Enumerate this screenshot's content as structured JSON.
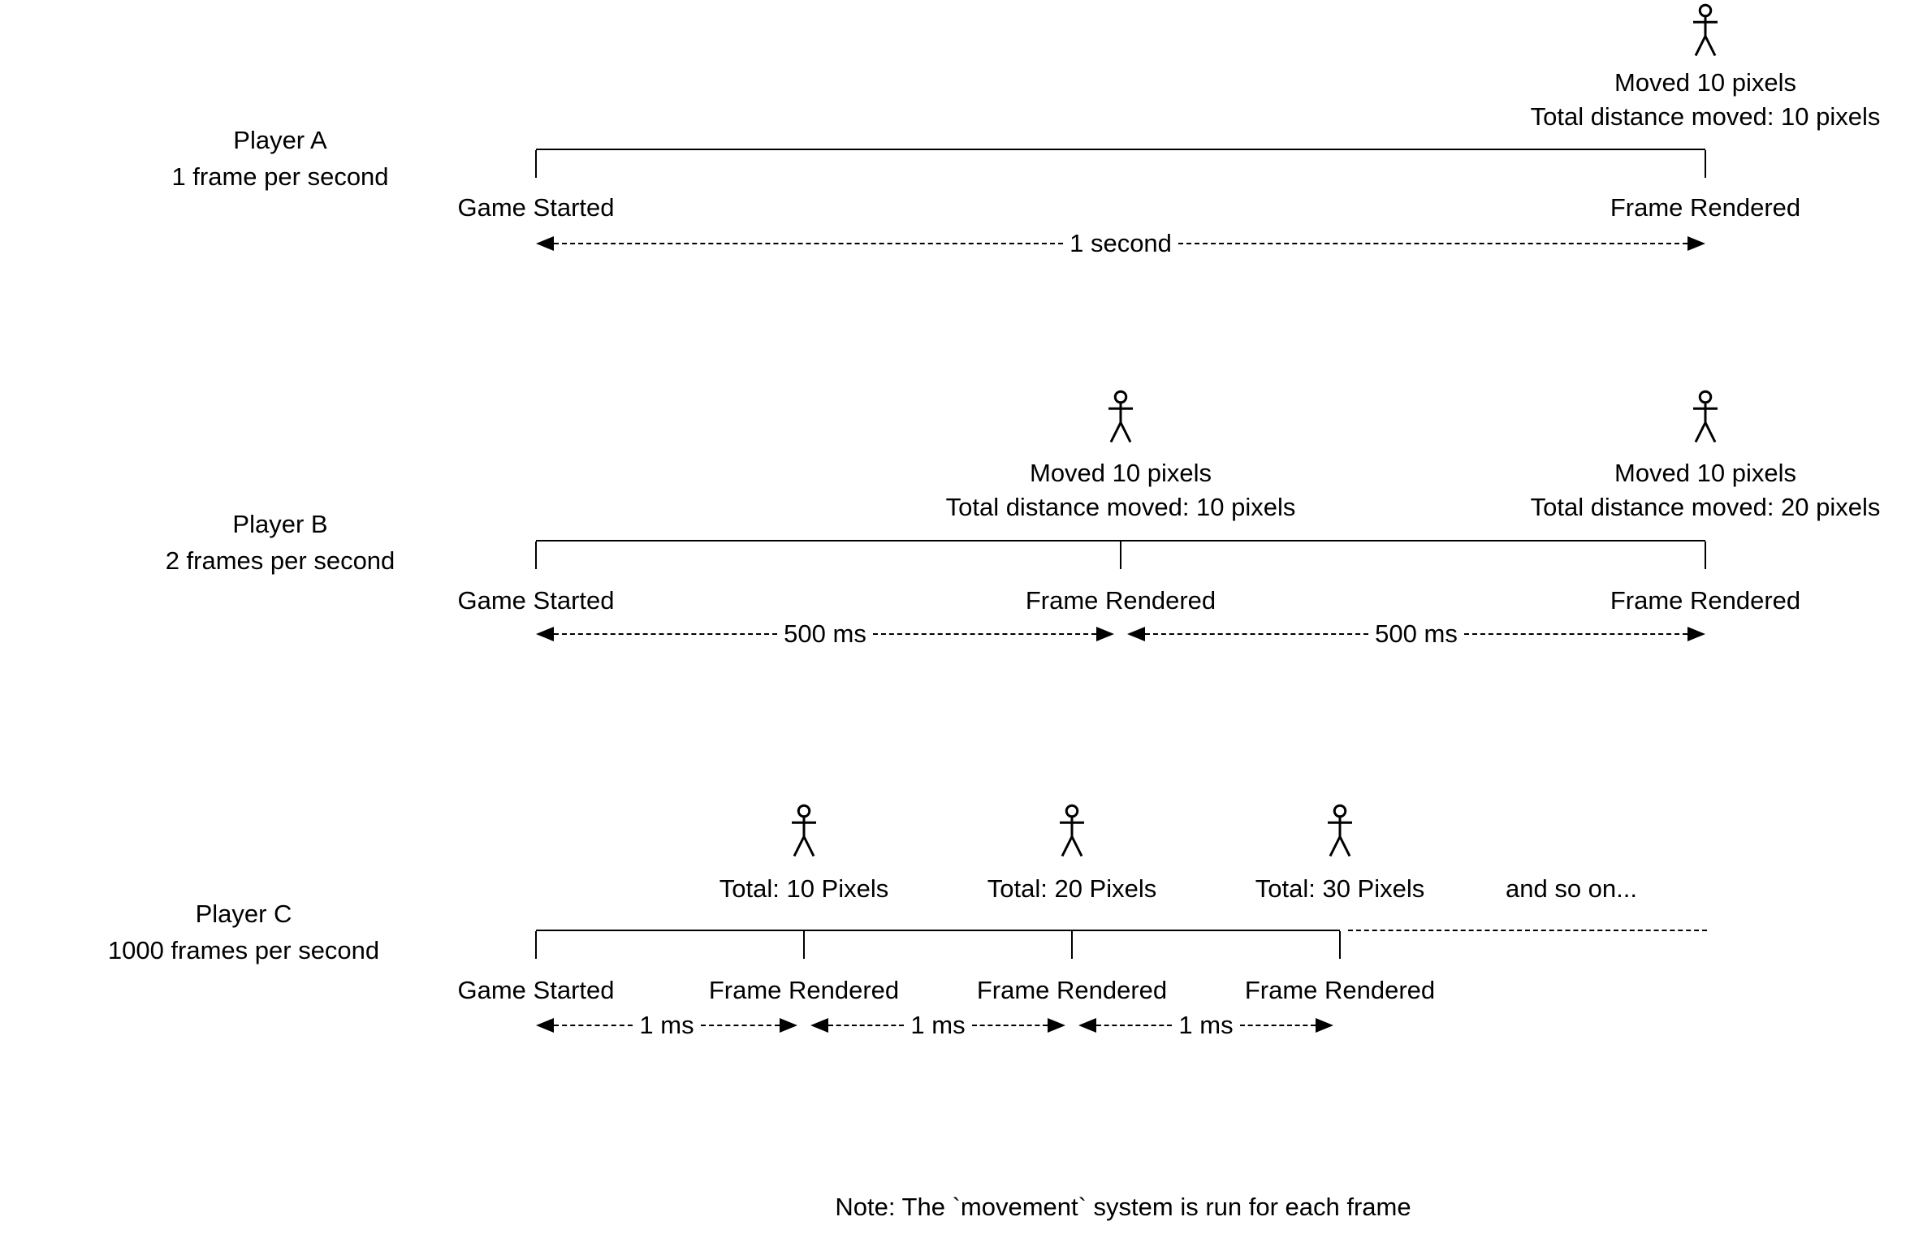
{
  "colors": {
    "line": "#000000",
    "background": "#ffffff",
    "text": "#000000"
  },
  "note": "Note: The `movement` system is run for each frame",
  "players": [
    {
      "name": "Player A",
      "rate": "1 frame per second",
      "tick_labels": [
        "Game Started",
        "Frame Rendered"
      ],
      "intervals": [
        "1 second"
      ],
      "events": [
        {
          "line1": "Moved 10 pixels",
          "line2": "Total distance moved: 10 pixels"
        }
      ]
    },
    {
      "name": "Player B",
      "rate": "2 frames per second",
      "tick_labels": [
        "Game Started",
        "Frame Rendered",
        "Frame Rendered"
      ],
      "intervals": [
        "500 ms",
        "500 ms"
      ],
      "events": [
        {
          "line1": "Moved 10 pixels",
          "line2": "Total distance moved: 10 pixels"
        },
        {
          "line1": "Moved 10 pixels",
          "line2": "Total distance moved: 20 pixels"
        }
      ]
    },
    {
      "name": "Player C",
      "rate": "1000 frames per second",
      "tick_labels": [
        "Game Started",
        "Frame Rendered",
        "Frame Rendered",
        "Frame Rendered"
      ],
      "intervals": [
        "1 ms",
        "1 ms",
        "1 ms"
      ],
      "events": [
        {
          "line1": "Total: 10 Pixels"
        },
        {
          "line1": "Total: 20 Pixels"
        },
        {
          "line1": "Total: 30 Pixels"
        }
      ],
      "continuation": "and so on..."
    }
  ],
  "icons": {
    "figure": "stick-figure"
  }
}
